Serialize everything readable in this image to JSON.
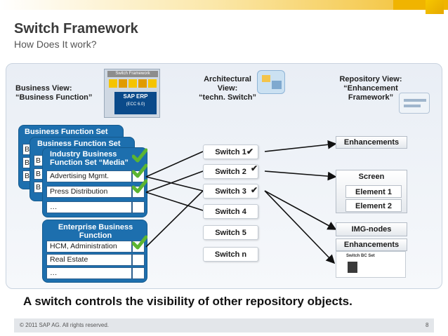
{
  "slide": {
    "title": "Switch Framework",
    "subtitle": "How Does It work?",
    "headline": "A switch controls the visibility of other repository objects.",
    "footer": "© 2011 SAP AG. All rights reserved.",
    "page_number": "8"
  },
  "views": {
    "business": {
      "line1": "Business View:",
      "line2": "“Business Function”"
    },
    "architectural": {
      "line1": "Architectural",
      "line2": "View:",
      "line3": "“techn. Switch”"
    },
    "repository": {
      "line1": "Repository View:",
      "line2": "“Enhancement",
      "line3": "Framework”"
    }
  },
  "thumbnail": {
    "caption": "Switch Framework",
    "product": "SAP ERP",
    "version": "(ECC 6.0)"
  },
  "business_functions": {
    "set_back_title": "Business Function Set",
    "set_mid_title": "Business Function Set",
    "back_row_letter": "B",
    "industry": {
      "title_line1": "Industry Business",
      "title_line2": "Function Set “Media”",
      "rows": [
        "Advertising Mgmt.",
        "Press Distribution",
        "…"
      ]
    },
    "enterprise": {
      "title_line1": "Enterprise Business",
      "title_line2": "Function",
      "rows": [
        "HCM, Administration",
        "Real Estate",
        "…"
      ]
    }
  },
  "switches": [
    "Switch 1",
    "Switch 2",
    "Switch 3",
    "Switch 4",
    "Switch 5",
    "Switch n"
  ],
  "switch_checks": [
    "✔",
    "✔",
    "✔"
  ],
  "repository": {
    "enhancements_top": "Enhancements",
    "screen": "Screen",
    "element1": "Element 1",
    "element2": "Element 2",
    "img_nodes": "IMG-nodes",
    "enhancements_bottom": "Enhancements",
    "switch_bc_set": "Switch BC Set"
  },
  "colors": {
    "bf_blue": "#1d6fae",
    "check_green": "#5cb531",
    "brand_yellow": "#f0b400"
  }
}
